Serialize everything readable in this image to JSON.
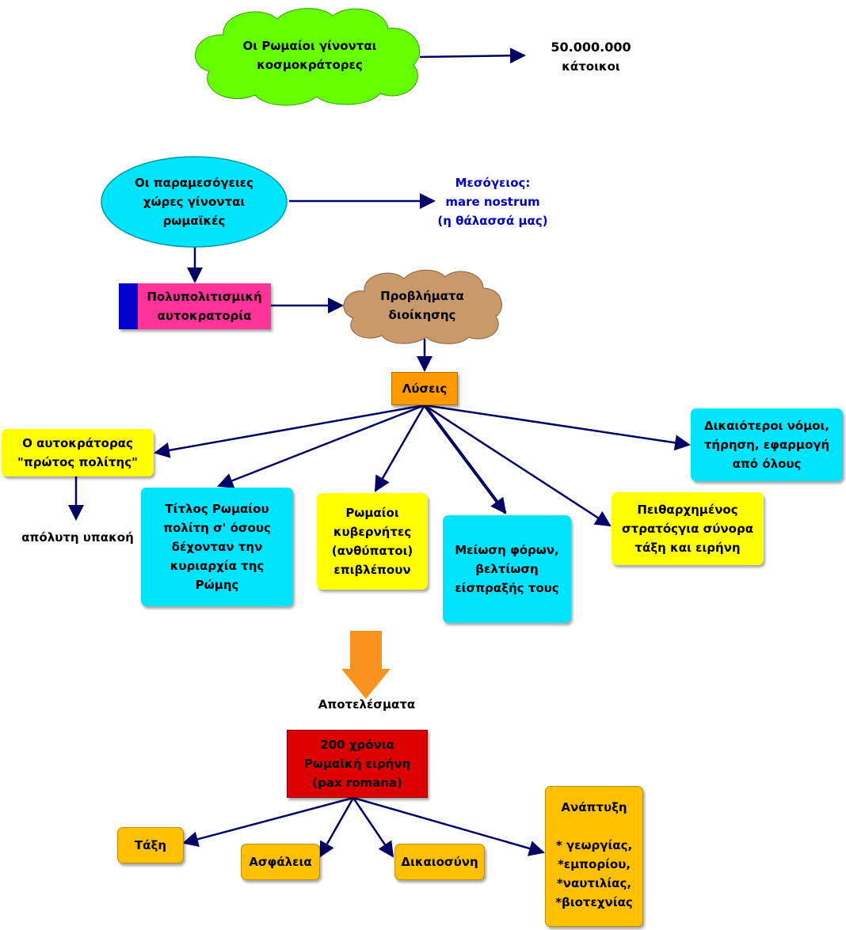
{
  "nodes": {
    "romans_world_rulers": "Οι Ρωμαίοι γίνονται\nκοσμοκράτορες",
    "population": "50.000.000",
    "population_unit": "κάτοικοι",
    "med_countries_roman": "Οι παραμεσόγειες\nχώρες γίνονται\nρωμαϊκές",
    "mediterranean": "Μεσόγειος:\nmare nostrum\n(η θάλασσά μας)",
    "multicultural_empire": "Πολυπολιτισμική\nαυτοκρατορία",
    "admin_problems": "Προβλήματα\nδιοίκησης",
    "solutions": "Λύσεις",
    "emperor_first_citizen": "Ο αυτοκράτορας\n\"πρώτος πολίτης\"",
    "absolute_obedience": "απόλυτη υπακοή",
    "roman_citizenship": "Τίτλος Ρωμαίου\nπολίτη σ' όσους\nδέχονταν την\nκυριαρχία της\nΡώμης",
    "roman_governors": "Ρωμαίοι\nκυβερνήτες\n(ανθύπατοι)\nεπιβλέπουν",
    "tax_reduction": "Μείωση φόρων,\nβελτίωση\nείσπραξής τους",
    "disciplined_army": "Πειθαρχημένος\nστρατόςγια σύνορα\nτάξη και ειρήνη",
    "fairer_laws": "Δικαιότεροι νόμοι,\nτήρηση, εφαρμογή\nαπό όλους",
    "results": "Αποτελέσματα",
    "pax_romana": "200 χρόνια\nΡωμαϊκή ειρήνη\n(pax romana)",
    "order": "Τάξη",
    "security": "Ασφάλεια",
    "justice": "Δικαιοσύνη",
    "development_title": "Ανάπτυξη",
    "development_items": "* γεωργίας,\n*εμπορίου,\n*ναυτιλίας,\n*βιοτεχνίας"
  },
  "colors": {
    "cloud_green": "#66ff00",
    "ellipse_cyan": "#00e5ff",
    "pink": "#ff3399",
    "blue_bar": "#0000cc",
    "cloud_brown": "#c8996a",
    "orange": "#ff9900",
    "yellow": "#ffff00",
    "cyan_box": "#00e5ff",
    "red": "#dd0000",
    "gold": "#ffc000",
    "arrow": "#000066",
    "blue_text": "#0000cc",
    "block_arrow": "#f7931e"
  }
}
